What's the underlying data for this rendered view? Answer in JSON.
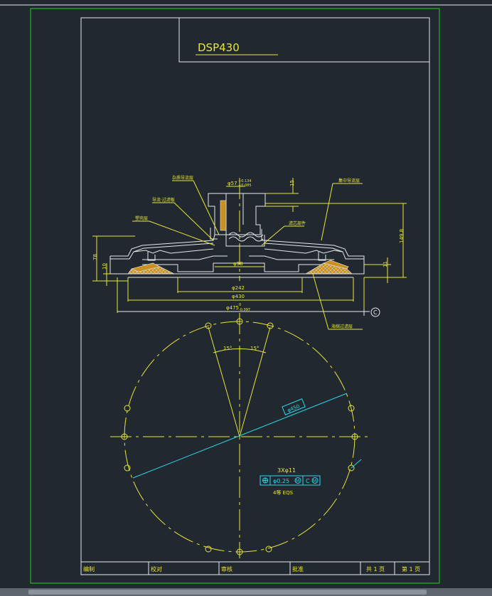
{
  "drawing": {
    "title": "DSP430"
  },
  "callouts": {
    "top_left_1": "杂质导流层",
    "top_left_2": "导流·过滤板",
    "left_3": "塑壳层",
    "right_inner": "滤芯部件",
    "top_right": "集中导流层",
    "bottom_right": "海绵过滤层"
  },
  "dimensions": {
    "d57": "φ57",
    "d57_tol_upper": "+0.134",
    "d57_tol_lower": "+0.085",
    "h15": "15",
    "h149": "149.8",
    "h78": "78",
    "h10": "10",
    "h11": "11",
    "d98": "φ98",
    "d242": "φ242",
    "d430": "φ430",
    "d475": "φ475",
    "d475_tol_upper": "0",
    "d475_tol_lower": "-0.097",
    "datum": "C",
    "angle_left": "15°",
    "angle_right": "15°",
    "d450": "φ450",
    "holes": "3Xφ11",
    "tolerance": "φ0.25",
    "tol_mod": "M",
    "datum_ref": "C",
    "datum_mod": "M",
    "eqs": "4等 EQS"
  },
  "title_block": {
    "drawn": "编制",
    "checked": "校对",
    "reviewed": "审核",
    "approved": "批准",
    "total_pages": "共 1 页",
    "page_no": "第 1 页"
  },
  "colors": {
    "background": "#212830",
    "frame": "#19d419",
    "lines": "#e8e8e8",
    "annotation": "#e6e63a",
    "dimension_cyan": "#27d7e8",
    "hatch": "#c99022"
  }
}
